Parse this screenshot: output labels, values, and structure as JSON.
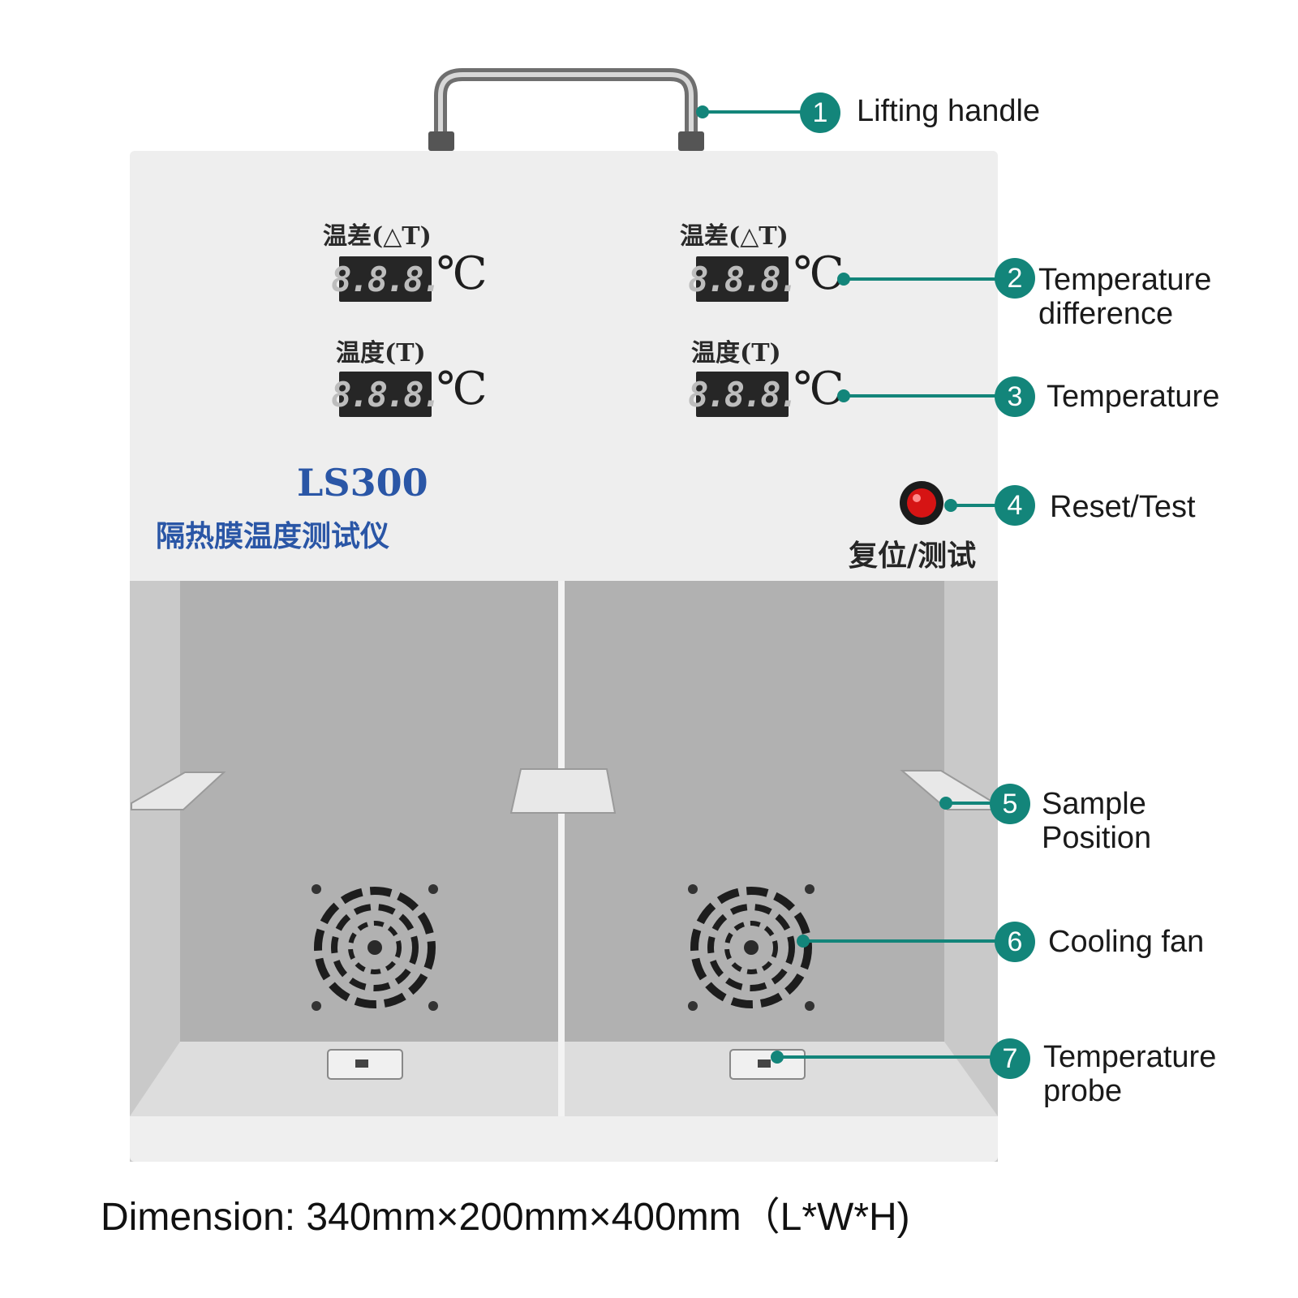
{
  "device": {
    "model": "LS300",
    "name_cn": "隔热膜温度测试仪",
    "delta_t_label": "温差(△T)",
    "t_label": "温度(T)",
    "display_digits": "8.8.8.",
    "unit": "℃",
    "reset_label_cn": "复位/测试",
    "button_color": "#d61414"
  },
  "callouts": [
    {
      "number": "1",
      "text": "Lifting handle"
    },
    {
      "number": "2",
      "text": "Temperature difference"
    },
    {
      "number": "3",
      "text": "Temperature"
    },
    {
      "number": "4",
      "text": "Reset/Test"
    },
    {
      "number": "5",
      "text": "Sample Position"
    },
    {
      "number": "6",
      "text": "Cooling fan"
    },
    {
      "number": "7",
      "text": "Temperature probe"
    }
  ],
  "dimension_text": "Dimension: 340mm×200mm×400mm（L*W*H)",
  "colors": {
    "accent": "#13857a",
    "brand_text": "#2a56a6"
  }
}
